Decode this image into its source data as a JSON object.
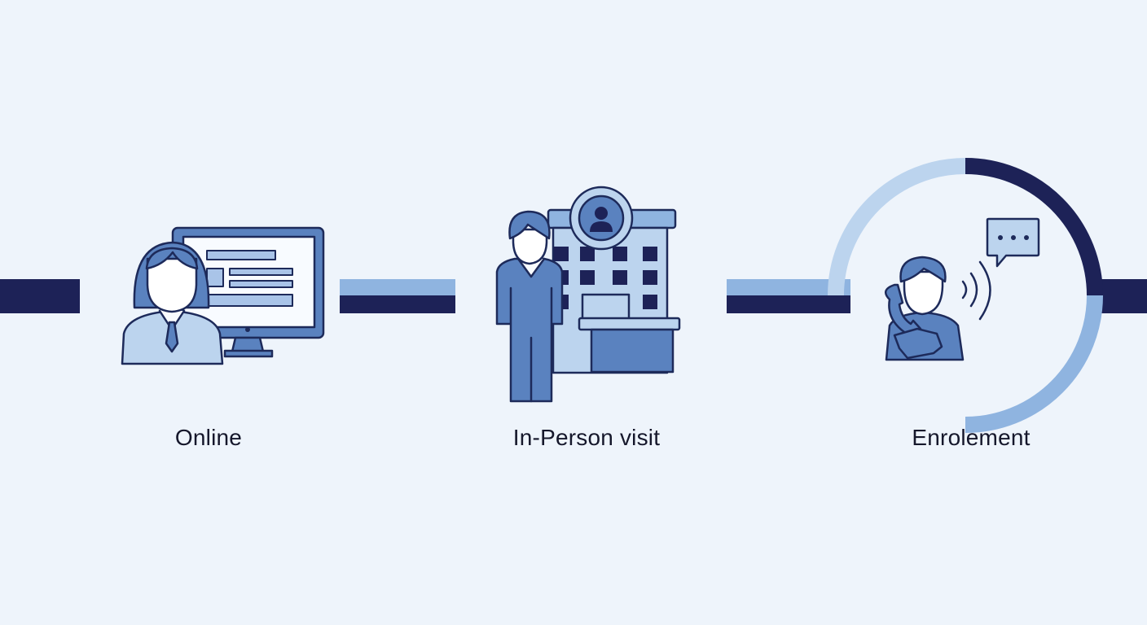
{
  "steps": [
    {
      "label": "Online",
      "icon": "person-at-computer-icon"
    },
    {
      "label": "In-Person visit",
      "icon": "person-at-office-building-icon"
    },
    {
      "label": "Enrolement",
      "icon": "person-on-phone-icon"
    }
  ],
  "colors": {
    "background": "#eef4fb",
    "navy": "#1d2257",
    "mid_blue": "#5a82bf",
    "light_blue": "#bcd4ee",
    "sky_blue": "#8fb4e0",
    "outline": "#1d2a5a"
  }
}
